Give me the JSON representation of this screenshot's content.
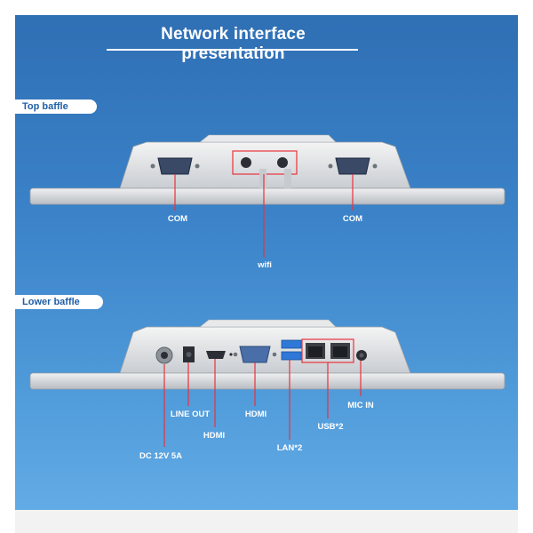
{
  "title": "Network interface presentation",
  "sections": {
    "top": {
      "label": "Top baffle"
    },
    "lower": {
      "label": "Lower baffle"
    }
  },
  "ports": {
    "top": {
      "com_left": "COM",
      "com_right": "COM",
      "wifi": "wifi"
    },
    "lower": {
      "dc": "DC 12V 5A",
      "line_out": "LINE OUT",
      "hdmi_left": "HDMI",
      "hdmi_right": "HDMI",
      "lan": "LAN*2",
      "usb": "USB*2",
      "mic_in": "MIC IN"
    }
  },
  "colors": {
    "accent_box": "#e8323c",
    "background_top": "#2f6fb4",
    "background_bottom": "#62abe6"
  }
}
